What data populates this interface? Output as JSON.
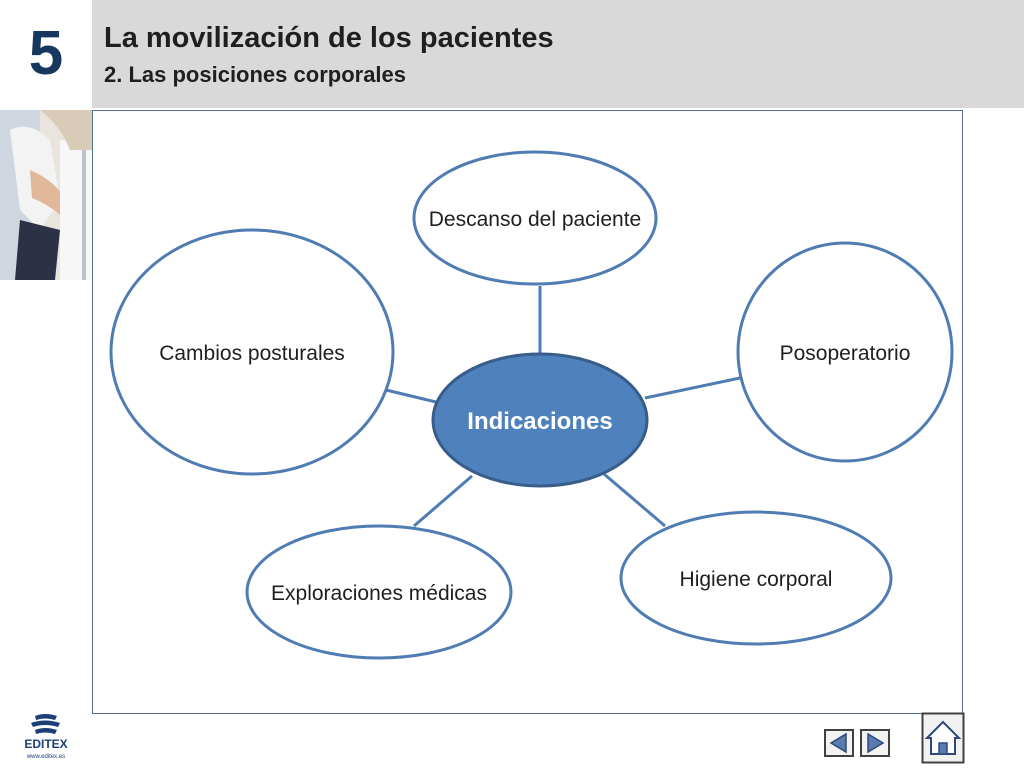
{
  "header": {
    "chapter_number": "5",
    "title": "La movilización de los pacientes",
    "subtitle": "2. Las posiciones corporales"
  },
  "diagram": {
    "center": {
      "label": "Indicaciones"
    },
    "nodes": [
      {
        "id": "descanso",
        "label": "Descanso del paciente"
      },
      {
        "id": "cambios",
        "label": "Cambios posturales"
      },
      {
        "id": "posoperatorio",
        "label": "Posoperatorio"
      },
      {
        "id": "exploraciones",
        "label": "Exploraciones médicas"
      },
      {
        "id": "higiene",
        "label": "Higiene corporal"
      }
    ]
  },
  "footer": {
    "logo_text": "EDITEX",
    "logo_url_text": "www.editex.es",
    "prev_icon": "triangle-left-icon",
    "next_icon": "triangle-right-icon",
    "home_icon": "home-icon"
  },
  "colors": {
    "chapter_number": "#17375e",
    "header_band": "#d9d9d9",
    "accent_stroke": "#4f7cb3",
    "center_fill": "#4f81bd",
    "center_stroke": "#385d8a",
    "frame_border": "#4f6f94"
  }
}
